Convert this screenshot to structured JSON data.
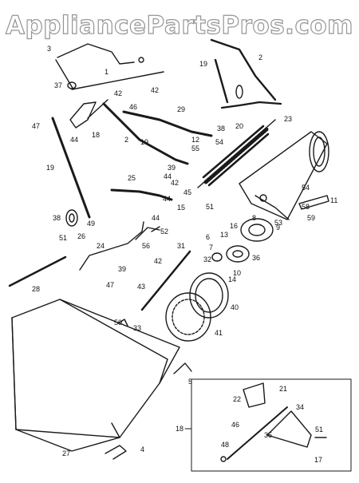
{
  "watermark": "AppliancePartsPros.com",
  "colors": {
    "ink": "#1a1a1a",
    "paper": "#ffffff",
    "watermark_outline": "#8a8a8a"
  },
  "inset_box_label": "18",
  "labels": {
    "l1": "1",
    "l2a": "2",
    "l2b": "2",
    "l3": "3",
    "l4": "4",
    "l5": "5",
    "l6": "6",
    "l7": "7",
    "l8": "8",
    "l9": "9",
    "l10": "10",
    "l11": "11",
    "l12": "12",
    "l13": "13",
    "l14": "14",
    "l15": "15",
    "l16": "16",
    "l17": "17",
    "l18a": "18",
    "l19a": "19",
    "l19b": "19",
    "l19c": "19",
    "l20": "20",
    "l21": "21",
    "l22": "22",
    "l23": "23",
    "l24": "24",
    "l25": "25",
    "l26": "26",
    "l27": "27",
    "l28": "28",
    "l29": "29",
    "l31": "31",
    "l32": "32",
    "l33": "33",
    "l34": "34",
    "l35": "35",
    "l36": "36",
    "l37": "37",
    "l38a": "38",
    "l38b": "38",
    "l39a": "39",
    "l39b": "39",
    "l40": "40",
    "l41": "41",
    "l42a": "42",
    "l42b": "42",
    "l42c": "42",
    "l42d": "42",
    "l43": "43",
    "l44a": "44",
    "l44b": "44",
    "l44c": "44",
    "l44d": "44",
    "l45": "45",
    "l46a": "46",
    "l46b": "46",
    "l47a": "47",
    "l47b": "47",
    "l48": "48",
    "l49": "49",
    "l50": "50",
    "l51a": "51",
    "l51b": "51",
    "l51c": "51",
    "l52": "52",
    "l53": "53",
    "l54a": "54",
    "l54b": "54",
    "l55": "55",
    "l56": "56",
    "l58": "58",
    "l59": "59"
  }
}
